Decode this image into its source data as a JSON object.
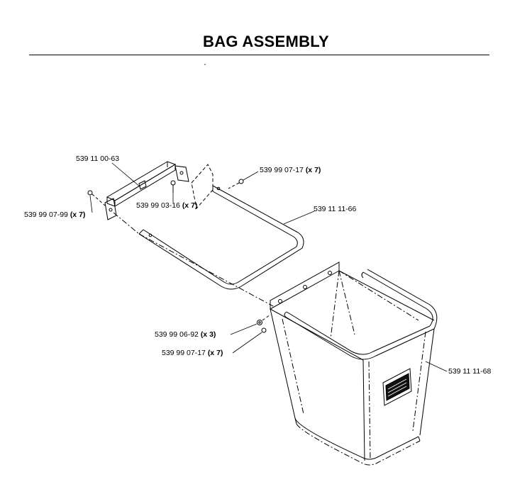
{
  "title": "BAG ASSEMBLY",
  "parts": {
    "bracket": {
      "number": "539 11 00-63",
      "qty": ""
    },
    "bolt_top": {
      "number": "539 99 07-99",
      "qty": "(x 7)"
    },
    "screw": {
      "number": "539 99 03-16",
      "qty": "(x 7)"
    },
    "nut_top": {
      "number": "539 99 07-17",
      "qty": "(x 7)"
    },
    "frame": {
      "number": "539 11 11-66",
      "qty": ""
    },
    "washer": {
      "number": "539 99 06-92",
      "qty": "(x 3)"
    },
    "nut_bottom": {
      "number": "539 99 07-17",
      "qty": "(x 7)"
    },
    "bag": {
      "number": "539 11 11-68",
      "qty": ""
    }
  }
}
